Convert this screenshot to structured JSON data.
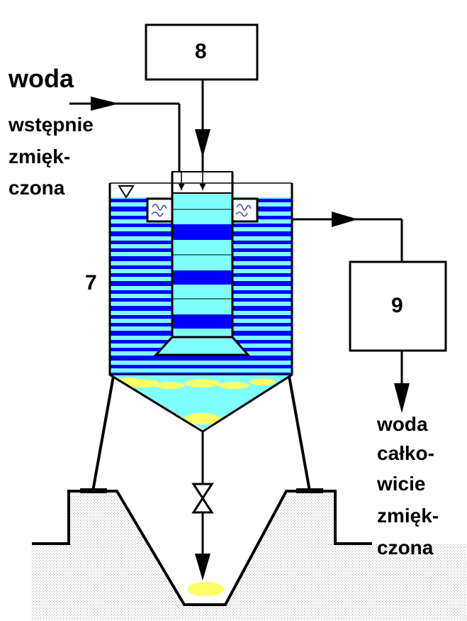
{
  "labels": {
    "inlet_title": "woda",
    "inlet_line1": "wstępnie",
    "inlet_line2": "zmięk-",
    "inlet_line3": "czona",
    "box_top": "8",
    "box_right": "9",
    "reactor": "7",
    "outlet_line1": "woda",
    "outlet_line2": "całko-",
    "outlet_line3": "wicie",
    "outlet_line4": "zmięk-",
    "outlet_line5": "czona"
  },
  "colors": {
    "water_light": "#80ffff",
    "water_dark": "#0000ff",
    "sludge": "#ffff66",
    "ground_dots": "#999999",
    "line": "#000000"
  }
}
